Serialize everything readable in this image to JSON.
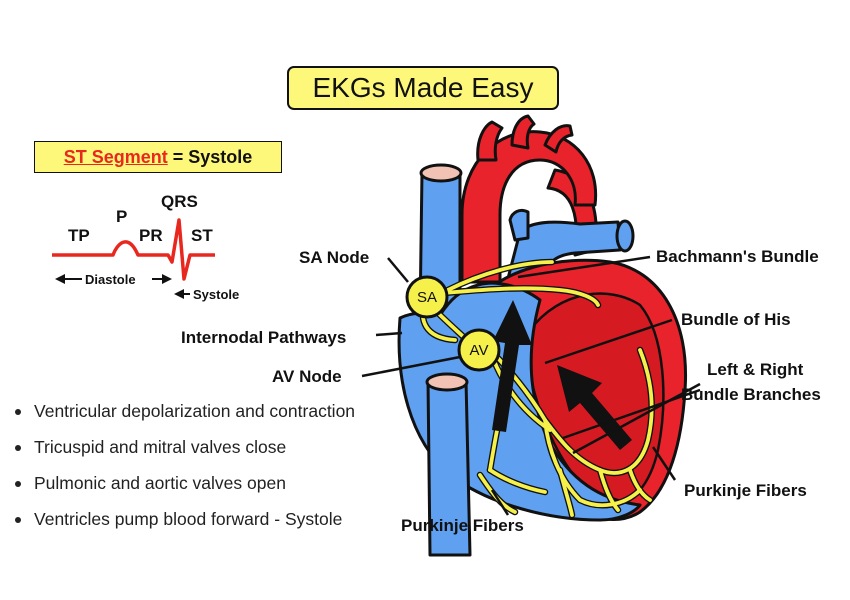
{
  "title": "EKGs Made Easy",
  "st_box": {
    "segment": "ST Segment",
    "equals": "=",
    "phase": "Systole"
  },
  "ekg": {
    "waves": {
      "tp": "TP",
      "p": "P",
      "pr": "PR",
      "qrs": "QRS",
      "st": "ST"
    },
    "diastole": "Diastole",
    "systole": "Systole"
  },
  "nodes": {
    "sa": "SA",
    "av": "AV"
  },
  "labels": {
    "sa_node": "SA Node",
    "internodal": "Internodal Pathways",
    "av_node": "AV Node",
    "bachmann": "Bachmann's Bundle",
    "bundle_his": "Bundle of His",
    "branches_line1": "Left & Right",
    "branches_line2": "Bundle Branches",
    "purkinje_right": "Purkinje Fibers",
    "purkinje_bottom": "Purkinje Fibers"
  },
  "bullets": [
    "Ventricular depolarization and contraction",
    "Tricuspid and mitral valves close",
    "Pulmonic and aortic valves open",
    "Ventricles pump blood forward - Systole"
  ],
  "colors": {
    "title_bg": "#fef87a",
    "heart_red": "#e8232b",
    "heart_blue": "#5fa0f0",
    "conduction_yellow": "#f6f04a",
    "ekg_red": "#e8281e",
    "valve_pink": "#f2c2b4"
  }
}
